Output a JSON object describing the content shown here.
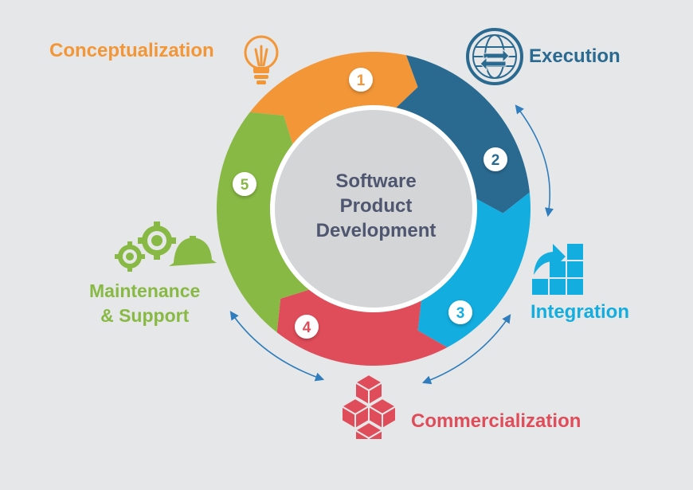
{
  "center": {
    "line1": "Software",
    "line2": "Product",
    "line3": "Development",
    "color": "#4e5670"
  },
  "stages": [
    {
      "number": "1",
      "label": "Conceptualization",
      "color": "#f39637",
      "icon": "lightbulb-icon"
    },
    {
      "number": "2",
      "label": "Execution",
      "color": "#2a6a91",
      "icon": "globe-icon"
    },
    {
      "number": "3",
      "label": "Integration",
      "color": "#13ade0",
      "icon": "blocks-icon"
    },
    {
      "number": "4",
      "label": "Commercialization",
      "color": "#e04d5a",
      "icon": "cubes-icon"
    },
    {
      "number": "5",
      "label": "Maintenance",
      "label2": "& Support",
      "color": "#88b944",
      "icon": "gears-helmet-icon"
    }
  ],
  "colors": {
    "background": "#e6e7e8",
    "inner_circle": "#d4d5d7",
    "arrow": "#2f7dbc"
  }
}
